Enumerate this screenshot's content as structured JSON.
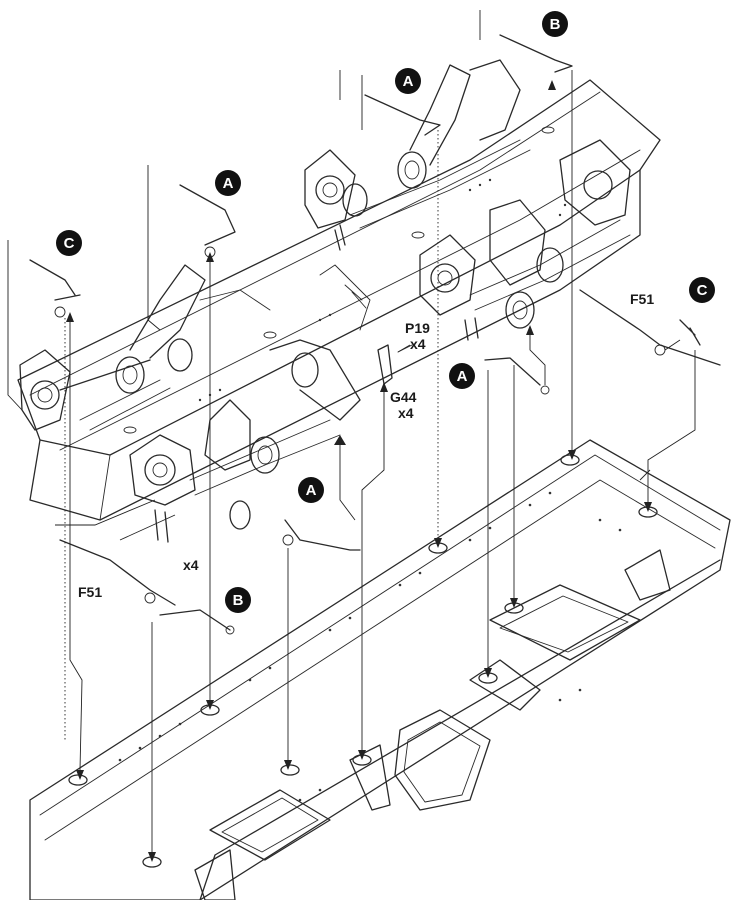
{
  "callouts": [
    {
      "letter": "A"
    },
    {
      "letter": "A"
    },
    {
      "letter": "A"
    },
    {
      "letter": "A"
    },
    {
      "letter": "B"
    },
    {
      "letter": "B"
    },
    {
      "letter": "C"
    },
    {
      "letter": "C"
    }
  ],
  "parts": {
    "p19": "P19",
    "p19_qty": "x4",
    "g44": "G44",
    "g44_qty": "x4",
    "f51_left": "F51",
    "f51_right": "F51",
    "x4_left": "x4"
  },
  "colors": {
    "ink": "#2a2a2a",
    "badge": "#111111",
    "paper": "#ffffff"
  }
}
